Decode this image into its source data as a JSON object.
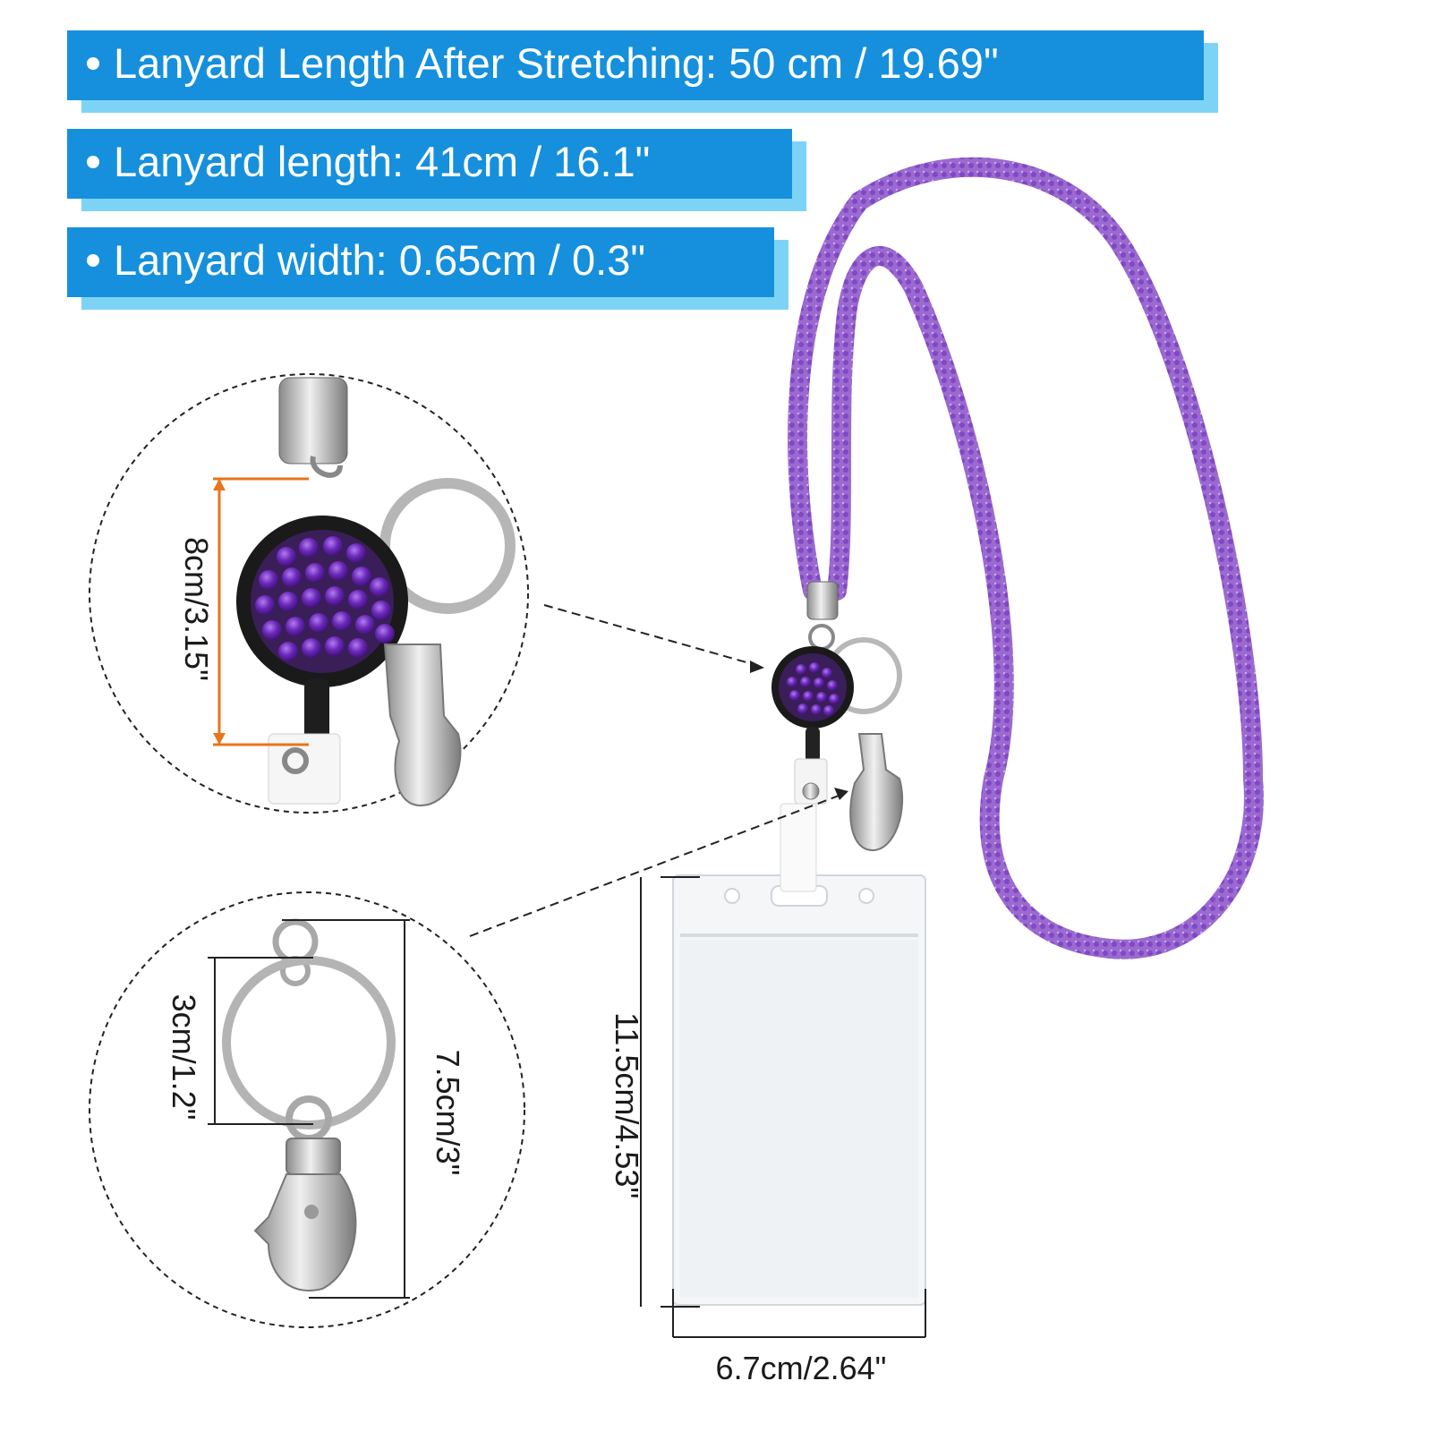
{
  "specs": [
    "Lanyard Length After Stretching: 50 cm / 19.69\"",
    "Lanyard length: 41cm / 16.1\"",
    "Lanyard width: 0.65cm / 0.3\""
  ],
  "dimensions": {
    "reel_height": "8cm/3.15\"",
    "ring_diameter": "3cm/1.2\"",
    "clasp_length": "7.5cm/3\"",
    "holder_height": "11.5cm/4.53\"",
    "holder_width": "6.7cm/2.64\""
  },
  "colors": {
    "banner": "#1690dc",
    "banner_shadow": "#7dd3f5",
    "lanyard": "#8e5cc8",
    "rhinestone": "#5a1f9c",
    "accent_orange": "#e8741c"
  }
}
